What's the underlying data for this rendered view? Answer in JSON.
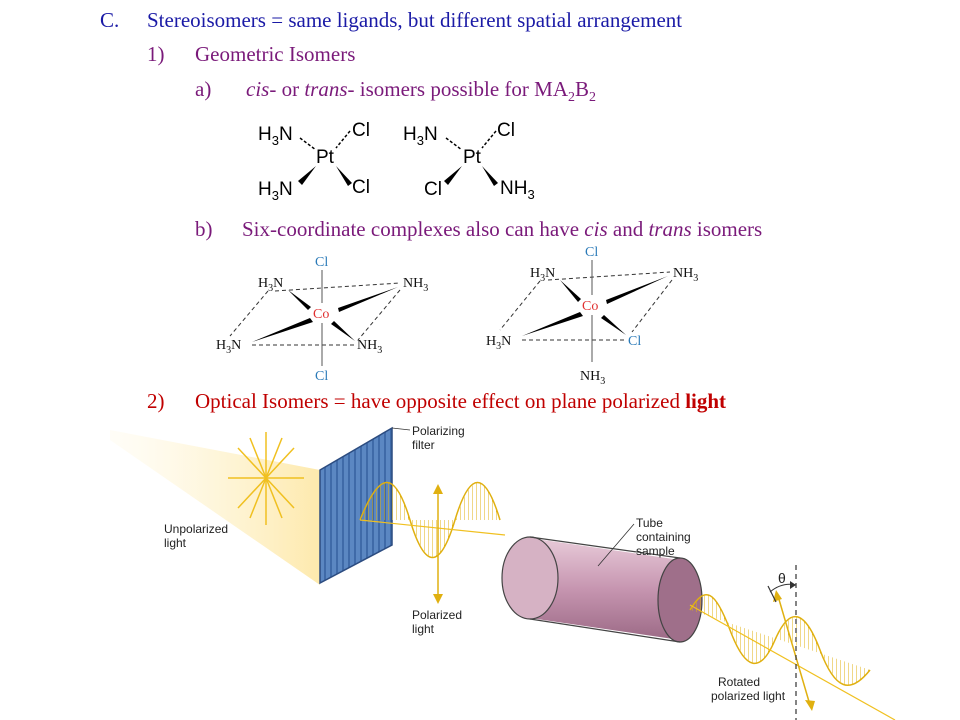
{
  "heading": {
    "marker": "C.",
    "text": "Stereoisomers = same ligands, but different spatial arrangement"
  },
  "item1": {
    "marker": "1)",
    "text": "Geometric Isomers"
  },
  "item1a": {
    "marker": "a)",
    "cis": "cis",
    "mid1": "- or ",
    "trans": "trans",
    "mid2": "- isomers possible for MA",
    "sub1": "2",
    "b": "B",
    "sub2": "2"
  },
  "pt_structures": {
    "cis": {
      "tl": "H",
      "tl_sub": "3",
      "tl2": "N",
      "tr": "Cl",
      "center": "Pt",
      "bl": "H",
      "bl_sub": "3",
      "bl2": "N",
      "br": "Cl"
    },
    "trans": {
      "tl": "H",
      "tl_sub": "3",
      "tl2": "N",
      "tr": "Cl",
      "center": "Pt",
      "bl": "Cl",
      "br": "NH",
      "br_sub": "3"
    }
  },
  "item1b": {
    "marker": "b)",
    "pre": "Six-coordinate complexes also can have ",
    "cis": "cis",
    "and": " and ",
    "trans": "trans",
    "post": " isomers"
  },
  "co_structures": {
    "trans": {
      "top": "Cl",
      "bottom": "Cl",
      "center": "Co",
      "ul": "H",
      "ul_sub": "3",
      "ul2": "N",
      "ur": "NH",
      "ur_sub": "3",
      "ll": "H",
      "ll_sub": "3",
      "ll2": "N",
      "lr": "NH",
      "lr_sub": "3"
    },
    "cis": {
      "top": "Cl",
      "bottom": "NH",
      "bottom_sub": "3",
      "center": "Co",
      "ul": "H",
      "ul_sub": "3",
      "ul2": "N",
      "ur": "NH",
      "ur_sub": "3",
      "ll": "H",
      "ll_sub": "3",
      "ll2": "N",
      "lr": "Cl"
    }
  },
  "item2": {
    "marker": "2)",
    "text": "Optical Isomers = have opposite effect on plane polarized ",
    "bold": "light"
  },
  "polarimeter": {
    "polarizing_filter_1": "Polarizing",
    "polarizing_filter_2": "filter",
    "unpolarized_1": "Unpolarized",
    "unpolarized_2": "light",
    "tube_1": "Tube",
    "tube_2": "containing",
    "tube_3": "sample",
    "polarized_1": "Polarized",
    "polarized_2": "light",
    "rotated_1": "Rotated",
    "rotated_2": "polarized light",
    "angle": "θ"
  },
  "colors": {
    "heading": "#1a1aa6",
    "geometric": "#7a1a7a",
    "optical": "#c00000",
    "co_ligand": "#2a7ab8",
    "co_center": "#e03030",
    "tube": "#c9a0b6",
    "filter": "#5b87c2",
    "wave": "#f0c020"
  }
}
